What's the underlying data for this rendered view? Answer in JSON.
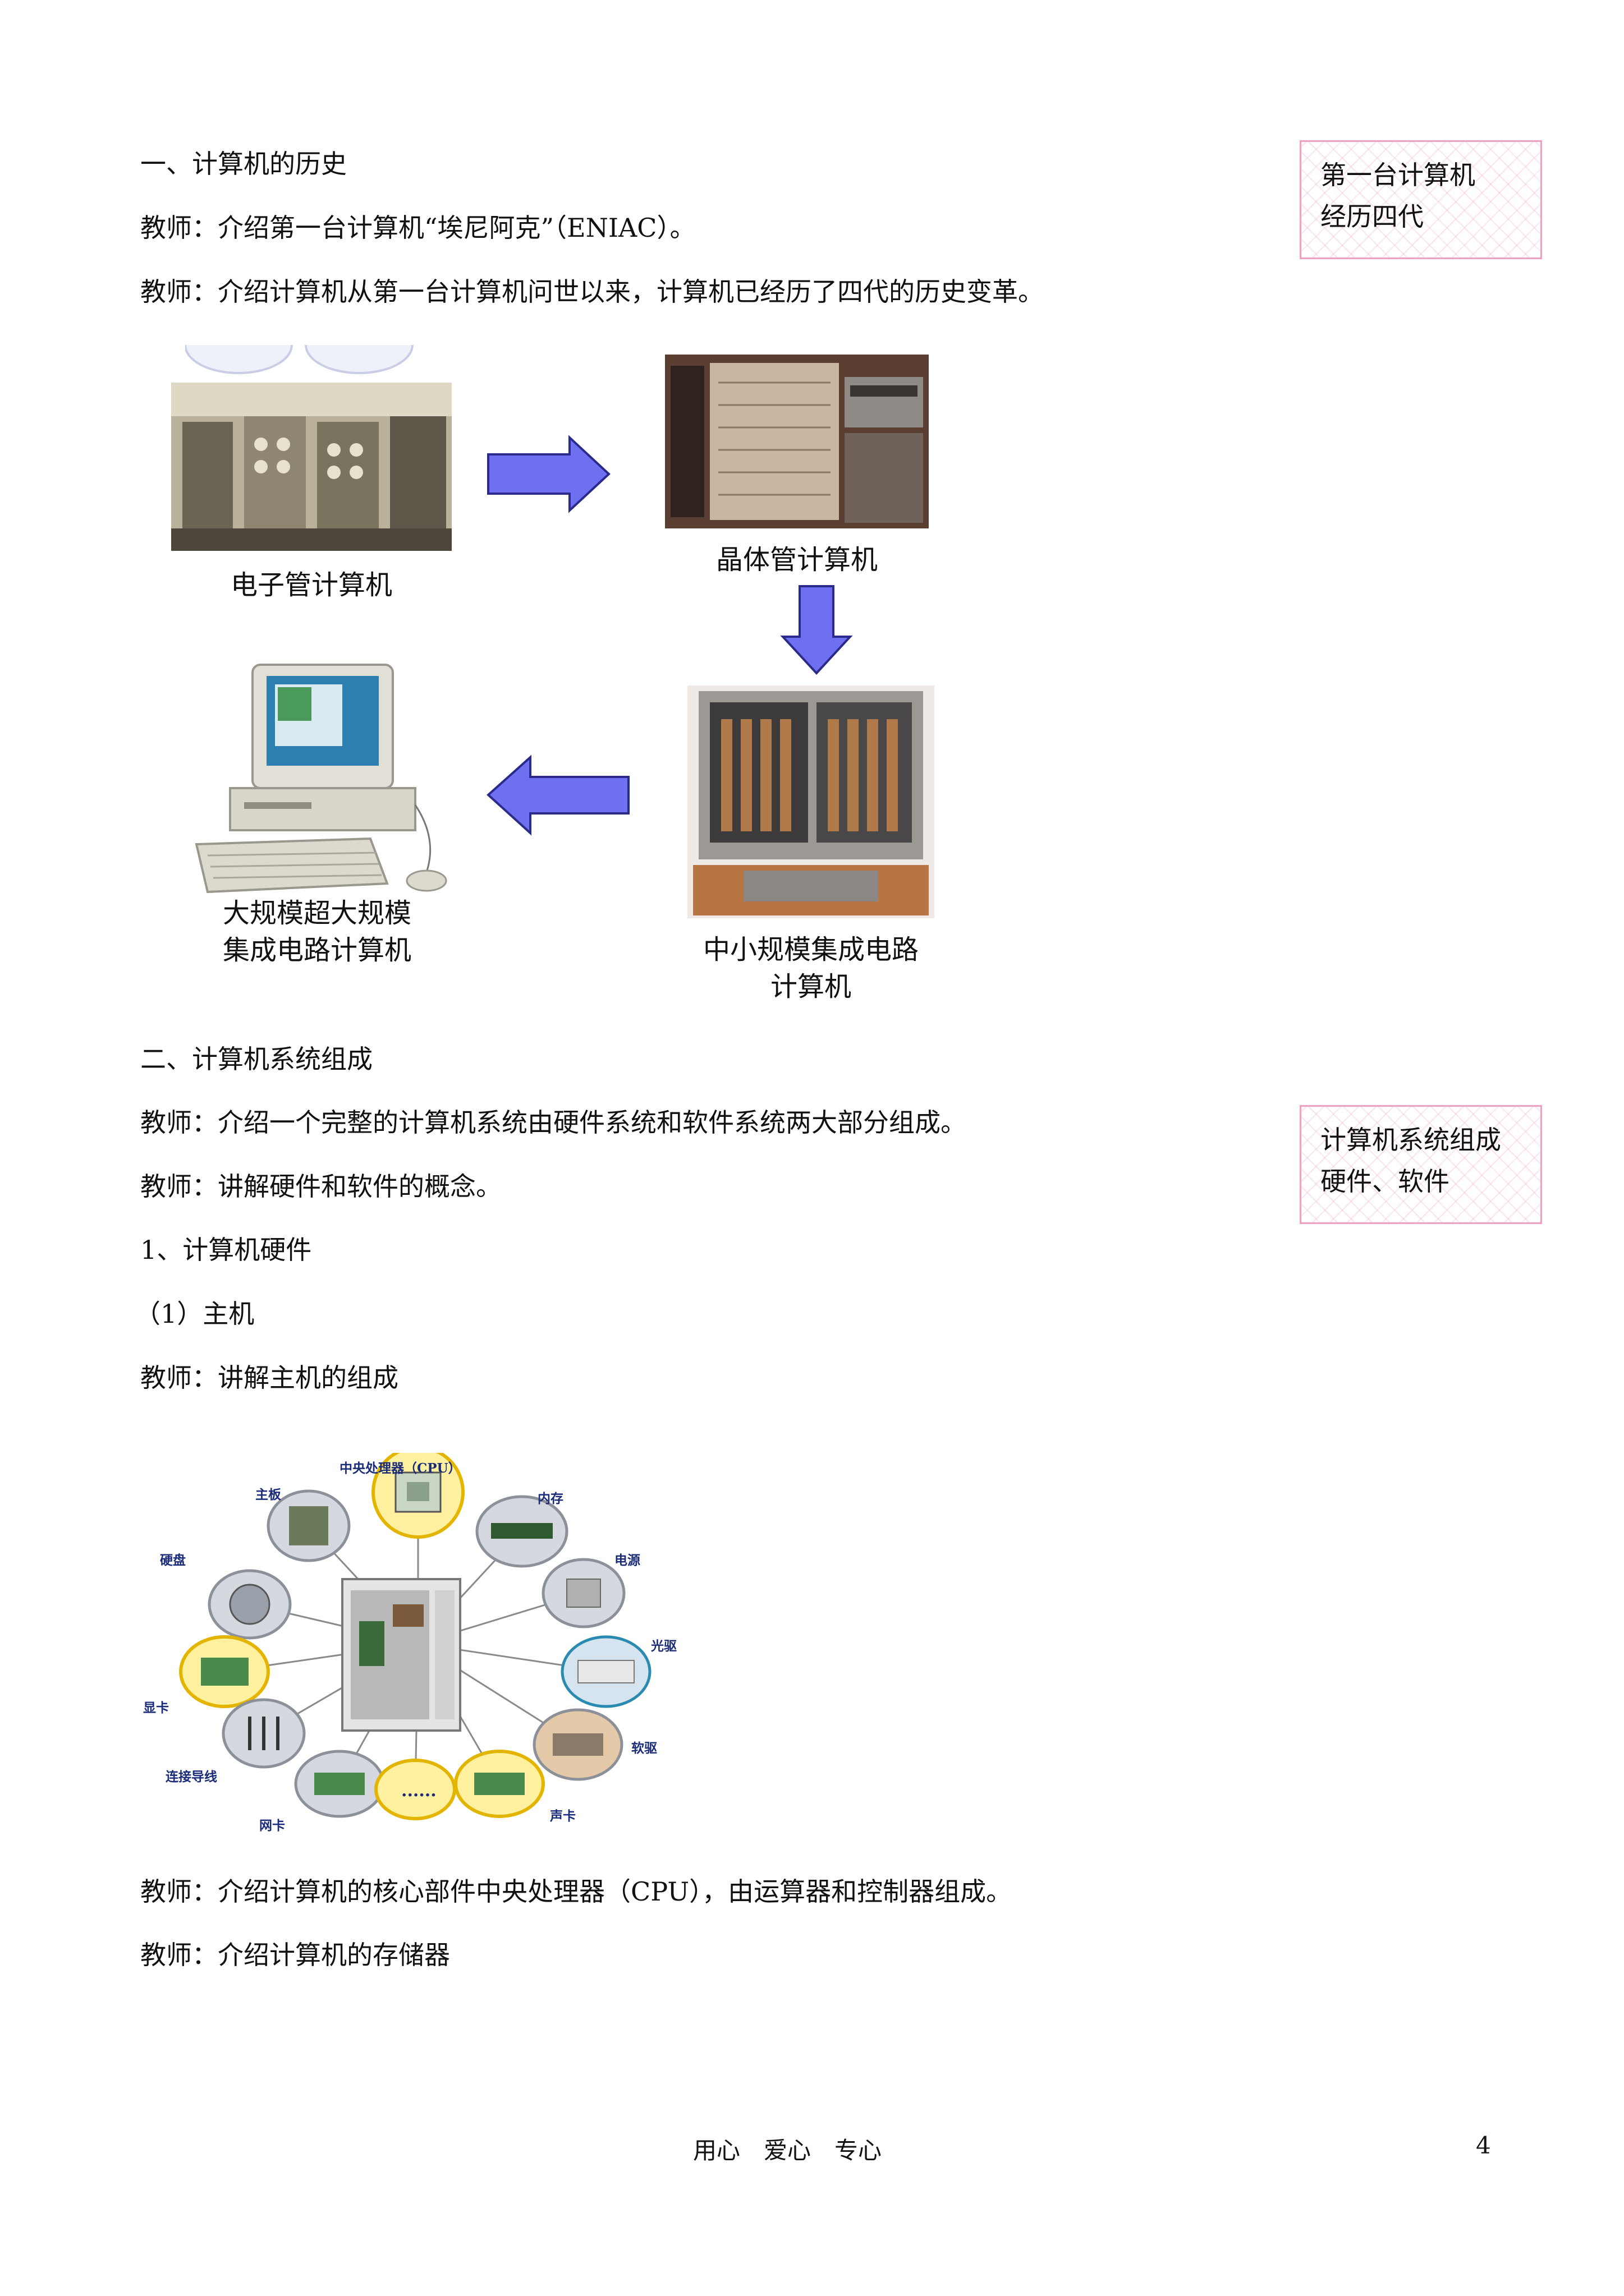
{
  "section1": {
    "heading": "一、计算机的历史",
    "p1": "教师：介绍第一台计算机“埃尼阿克”（ENIAC）。",
    "p2": "教师：介绍计算机从第一台计算机问世以来，计算机已经历了四代的历史变革。"
  },
  "note1": {
    "line1": "第一台计算机",
    "line2": "经历四代"
  },
  "generations": {
    "gen1": "电子管计算机",
    "gen2": "晶体管计算机",
    "gen3_line1": "中小规模集成电路",
    "gen3_line2": "计算机",
    "gen4_line1": "大规模超大规模",
    "gen4_line2": "集成电路计算机"
  },
  "section2": {
    "heading": "二、计算机系统组成",
    "p1": "教师：介绍一个完整的计算机系统由硬件系统和软件系统两大部分组成。",
    "p2": "教师：讲解硬件和软件的概念。",
    "sub1": "1、计算机硬件",
    "sub1a": "（1）主机",
    "p3": "教师：讲解主机的组成",
    "p4": "教师：介绍计算机的核心部件中央处理器（CPU），由运算器和控制器组成。",
    "p5": "教师：介绍计算机的存储器"
  },
  "note2": {
    "line1": "计算机系统组成",
    "line2": "硬件、软件"
  },
  "hardware": {
    "cpu": "中央处理器（CPU）",
    "memory": "内存",
    "power": "电源",
    "optical": "光驱",
    "floppy": "软驱",
    "sound": "声卡",
    "dots": "......",
    "network": "网卡",
    "cables": "连接导线",
    "video": "显卡",
    "harddisk": "硬盘",
    "motherboard": "主板"
  },
  "footer": {
    "motto": "用心　爱心　专心",
    "page": "4"
  }
}
